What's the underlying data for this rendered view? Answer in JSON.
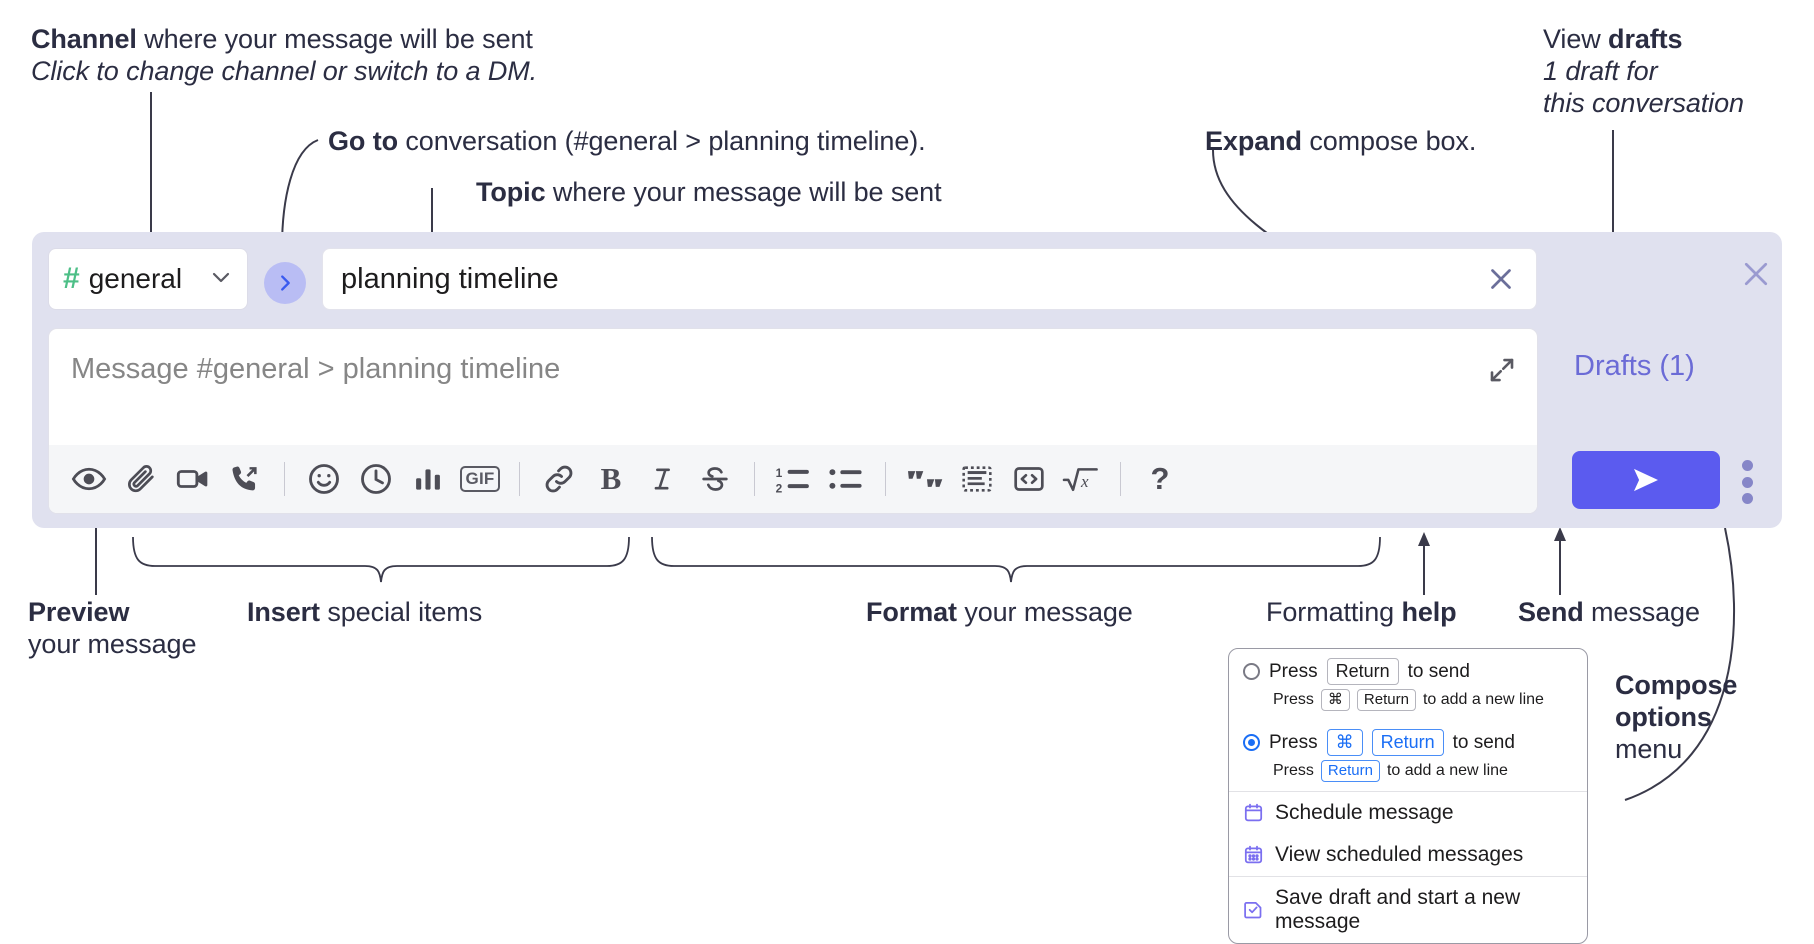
{
  "annotations": {
    "channel": {
      "bold": "Channel",
      "rest": " where your message will be sent",
      "italic": "Click to change channel or switch to a DM."
    },
    "goto": {
      "bold": "Go to",
      "rest": " conversation (#general > planning timeline)."
    },
    "topic": {
      "bold": "Topic",
      "rest": " where your message will be sent"
    },
    "expand": {
      "bold": "Expand",
      "rest": " compose box."
    },
    "drafts": {
      "bold_lead": "View ",
      "bold": "drafts",
      "italic_line1": "1 draft for",
      "italic_line2": "this conversation"
    },
    "preview": {
      "bold": "Preview",
      "line2": "your message"
    },
    "insert": {
      "bold": "Insert",
      "rest": " special items"
    },
    "format": {
      "bold": "Format",
      "rest": " your message"
    },
    "help": {
      "lead": "Formatting ",
      "bold": "help"
    },
    "send": {
      "bold": "Send",
      "rest": " message"
    },
    "compose_options": {
      "bold_line1": "Compose",
      "bold_line2": "options",
      "line3": "menu"
    }
  },
  "compose": {
    "channel_name": "general",
    "channel_hash": "#",
    "topic_value": "planning timeline",
    "message_placeholder": "Message #general > planning timeline",
    "drafts_label": "Drafts (1)",
    "icons": {
      "channel_chevron": "chevron-down-icon",
      "goto": "goto-arrow-icon",
      "topic_clear": "close-icon",
      "expand": "expand-icon",
      "panel_close": "close-icon",
      "send": "send-paper-plane-icon",
      "compose_options": "kebab-menu-icon"
    },
    "toolbar": [
      {
        "name": "preview-icon",
        "label": "Preview"
      },
      {
        "name": "attachment-icon",
        "label": "Attach file"
      },
      {
        "name": "video-icon",
        "label": "Video clip"
      },
      {
        "name": "audio-call-icon",
        "label": "Audio clip"
      },
      {
        "name": "separator-1",
        "label": ""
      },
      {
        "name": "emoji-icon",
        "label": "Emoji"
      },
      {
        "name": "reminder-clock-icon",
        "label": "Reminder"
      },
      {
        "name": "poll-chart-icon",
        "label": "Poll"
      },
      {
        "name": "gif-icon",
        "label": "GIF"
      },
      {
        "name": "separator-2",
        "label": ""
      },
      {
        "name": "link-icon",
        "label": "Link"
      },
      {
        "name": "bold-icon",
        "label": "B"
      },
      {
        "name": "italic-icon",
        "label": "I"
      },
      {
        "name": "strikethrough-icon",
        "label": "S"
      },
      {
        "name": "separator-3",
        "label": ""
      },
      {
        "name": "ordered-list-icon",
        "label": "Ordered list"
      },
      {
        "name": "bulleted-list-icon",
        "label": "Bulleted list"
      },
      {
        "name": "separator-4",
        "label": ""
      },
      {
        "name": "blockquote-icon",
        "label": "Blockquote"
      },
      {
        "name": "code-block-icon",
        "label": "Code block"
      },
      {
        "name": "inline-code-icon",
        "label": "Code"
      },
      {
        "name": "math-icon",
        "label": "Math"
      },
      {
        "name": "separator-5",
        "label": ""
      },
      {
        "name": "help-icon",
        "label": "?"
      }
    ]
  },
  "options_menu": {
    "option1": {
      "press": "Press",
      "key": "Return",
      "to_send": "to send",
      "sub_press": "Press",
      "sub_key1": "⌘",
      "sub_key2": "Return",
      "sub_tail": "to add a new line",
      "selected": false
    },
    "option2": {
      "press": "Press",
      "key1": "⌘",
      "key2": "Return",
      "to_send": "to send",
      "sub_press": "Press",
      "sub_key": "Return",
      "sub_tail": "to add a new line",
      "selected": true
    },
    "items": [
      {
        "icon": "calendar-clock-icon",
        "label": "Schedule message"
      },
      {
        "icon": "calendar-grid-icon",
        "label": "View scheduled messages"
      },
      {
        "icon": "save-draft-icon",
        "label": "Save draft and start a new message"
      }
    ]
  },
  "colors": {
    "panel_bg": "#e0e1ef",
    "send_button": "#5b5bef",
    "hash_green": "#4dbf87",
    "drafts_purple": "#6b6bd6",
    "accent_blue": "#1a6ef5",
    "menu_icon_purple": "#7b6ff0",
    "text": "#2b2d42"
  }
}
